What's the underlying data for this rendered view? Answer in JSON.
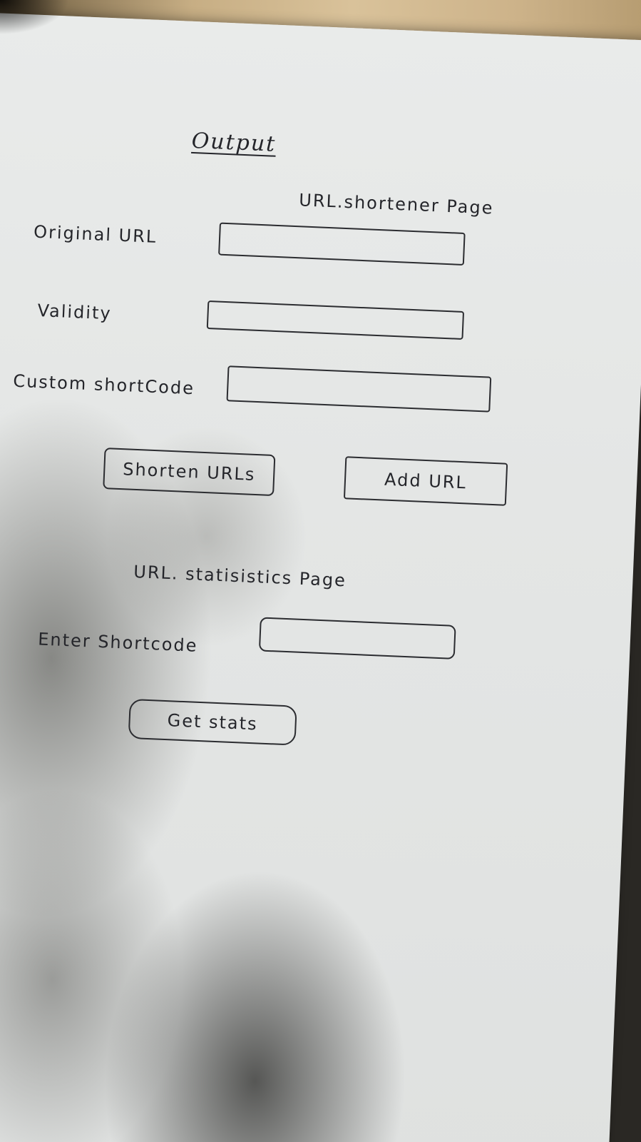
{
  "heading": "Output",
  "shortener": {
    "page_title": "URL.shortener Page",
    "original_url_label": "Original URL",
    "validity_label": "Validity",
    "shortcode_label": "Custom shortCode",
    "shorten_button": "Shorten URLs",
    "add_button": "Add URL"
  },
  "statistics": {
    "page_title": "URL. statisistics Page",
    "enter_shortcode_label": "Enter Shortcode",
    "get_stats_button": "Get stats"
  },
  "colors": {
    "paper": "#e6e8e7",
    "ink": "#24252a"
  }
}
